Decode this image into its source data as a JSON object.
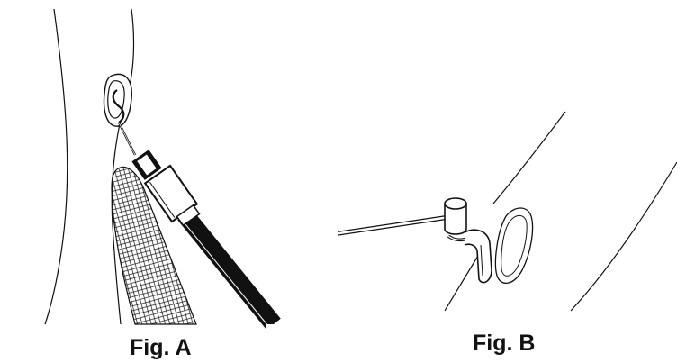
{
  "figures": [
    {
      "caption": "Fig. A",
      "depicts": [
        "mower-handle",
        "cable-z-hook",
        "cable-ferrule",
        "control-cable",
        "hand-grip"
      ]
    },
    {
      "caption": "Fig. B",
      "depicts": [
        "control-lever",
        "z-fitting",
        "slotted-hole",
        "handle-tube"
      ]
    }
  ],
  "colors": {
    "line": "#111111",
    "background": "#ffffff",
    "cable": "#111111"
  }
}
